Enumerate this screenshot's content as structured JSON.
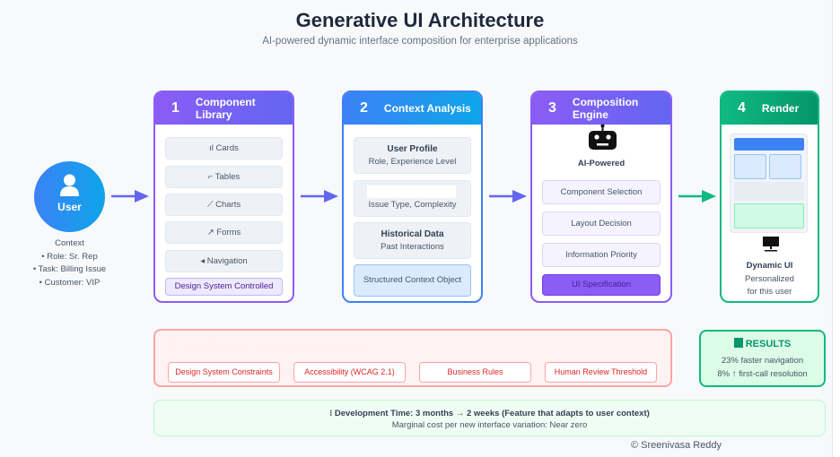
{
  "title": "Generative UI Architecture",
  "subtitle": "AI-powered dynamic interface composition for enterprise applications",
  "user": {
    "label": "User",
    "context": [
      "Context",
      "• Role: Sr. Rep",
      "• Task: Billing Issue",
      "• Customer: VIP"
    ]
  },
  "layers": [
    {
      "num": "1",
      "title": "Component Library",
      "items": [
        "Cards",
        "Tables",
        "Charts",
        "Forms",
        "Navigation"
      ],
      "footer": "Design System Controlled",
      "icons": [
        "bar-chart-icon",
        "table-icon",
        "line-chart-icon",
        "pencil-icon",
        "compass-icon"
      ]
    },
    {
      "num": "2",
      "title": "Context Analysis",
      "items": [
        {
          "title": "User Profile",
          "sub": "Role, Experience Level"
        },
        {
          "title": "",
          "sub": "Issue Type, Complexity"
        },
        {
          "title": "Historical Data",
          "sub": "Past Interactions"
        }
      ],
      "footer": "Structured Context Object"
    },
    {
      "num": "3",
      "title": "Composition Engine",
      "badge": "AI-Powered",
      "items": [
        "Component Selection",
        "Layout Decision",
        "Information Priority"
      ],
      "footer": "UI Specification"
    },
    {
      "num": "4",
      "title": "Render",
      "caption": "Dynamic UI",
      "sub1": "Personalized",
      "sub2": "for this user"
    }
  ],
  "guardrails": {
    "title": "🛡 GUARDRAILS (Applied at Layers 3 & 4)",
    "items": [
      "Design System Constraints",
      "Accessibility (WCAG 2.1)",
      "Business Rules",
      "Human Review Threshold"
    ]
  },
  "results": {
    "title": "RESULTS",
    "lines": [
      "23% faster navigation",
      "8% ↑ first-call resolution"
    ]
  },
  "dev": {
    "line1": "Development Time: 3 months → 2 weeks (Feature that adapts to user context)",
    "line2": "Marginal cost per new interface variation: Near zero"
  },
  "footer": "© Sreenivasa Reddy",
  "colors": {
    "purple": "#8b5cf6",
    "blue": "#3b82f6",
    "green": "#10b981",
    "red": "#dc2626"
  }
}
